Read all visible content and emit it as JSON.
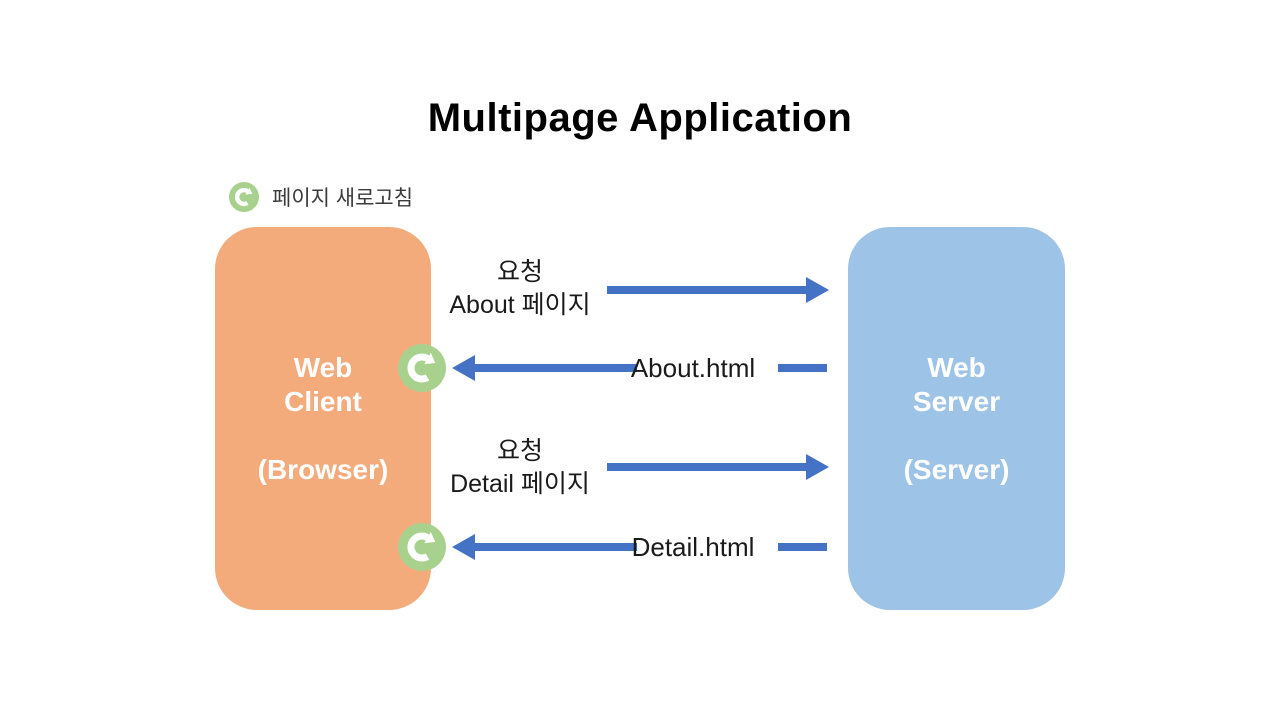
{
  "title": "Multipage Application",
  "legend": {
    "icon": "refresh-icon",
    "label": "페이지 새로고침"
  },
  "boxes": {
    "client": {
      "title_line1": "Web",
      "title_line2": "Client",
      "subtitle": "(Browser)"
    },
    "server": {
      "title_line1": "Web",
      "title_line2": "Server",
      "subtitle": "(Server)"
    }
  },
  "flows": [
    {
      "type": "request",
      "direction": "client-to-server",
      "label_line1": "요청",
      "label_line2": "About 페이지"
    },
    {
      "type": "response",
      "direction": "server-to-client",
      "label": "About.html",
      "page_refresh": true
    },
    {
      "type": "request",
      "direction": "client-to-server",
      "label_line1": "요청",
      "label_line2": "Detail 페이지"
    },
    {
      "type": "response",
      "direction": "server-to-client",
      "label": "Detail.html",
      "page_refresh": true
    }
  ],
  "colors": {
    "client_box": "#F3AB7C",
    "server_box": "#9DC3E6",
    "arrow": "#4472C4",
    "refresh_icon": "#A9D18E",
    "box_text": "#FFFFFF",
    "title_text": "#000000",
    "legend_text": "#3B3B3B"
  }
}
